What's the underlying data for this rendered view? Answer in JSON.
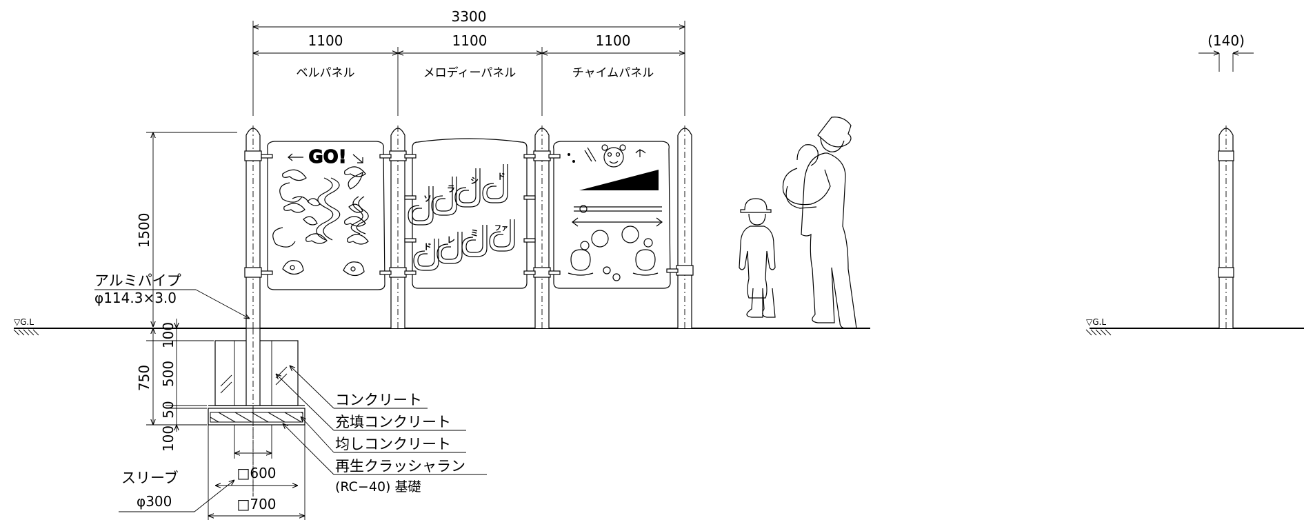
{
  "dimensions": {
    "total_width": "3300",
    "panel_widths": [
      "1100",
      "1100",
      "1100"
    ],
    "panel_height": "1500",
    "side_width": "(140)",
    "foundation_total": "750",
    "foundation_top": "100",
    "foundation_mid": "500",
    "foundation_layer": "50",
    "foundation_bottom": "100",
    "square_600": "□600",
    "square_700": "□700"
  },
  "panels": [
    {
      "name": "ベルパネル"
    },
    {
      "name": "メロディーパネル"
    },
    {
      "name": "チャイムパネル"
    }
  ],
  "panel_art": {
    "bell_heading": "GO!",
    "melody_notes_top": [
      "ソ",
      "ラ",
      "シ",
      "ド"
    ],
    "melody_notes_bottom": [
      "ド",
      "レ",
      "ミ",
      "ファ"
    ]
  },
  "labels": {
    "pipe_name": "アルミパイプ",
    "pipe_spec": "φ114.3×3.0",
    "ground_mark": "▽G.L",
    "concrete": "コンクリート",
    "fill_concrete": "充填コンクリート",
    "leveling_concrete": "均しコンクリート",
    "crusher_run": "再生クラッシャラン",
    "crusher_spec": "(RC−40) 基礎",
    "sleeve_name": "スリーブ",
    "sleeve_spec": "φ300"
  }
}
